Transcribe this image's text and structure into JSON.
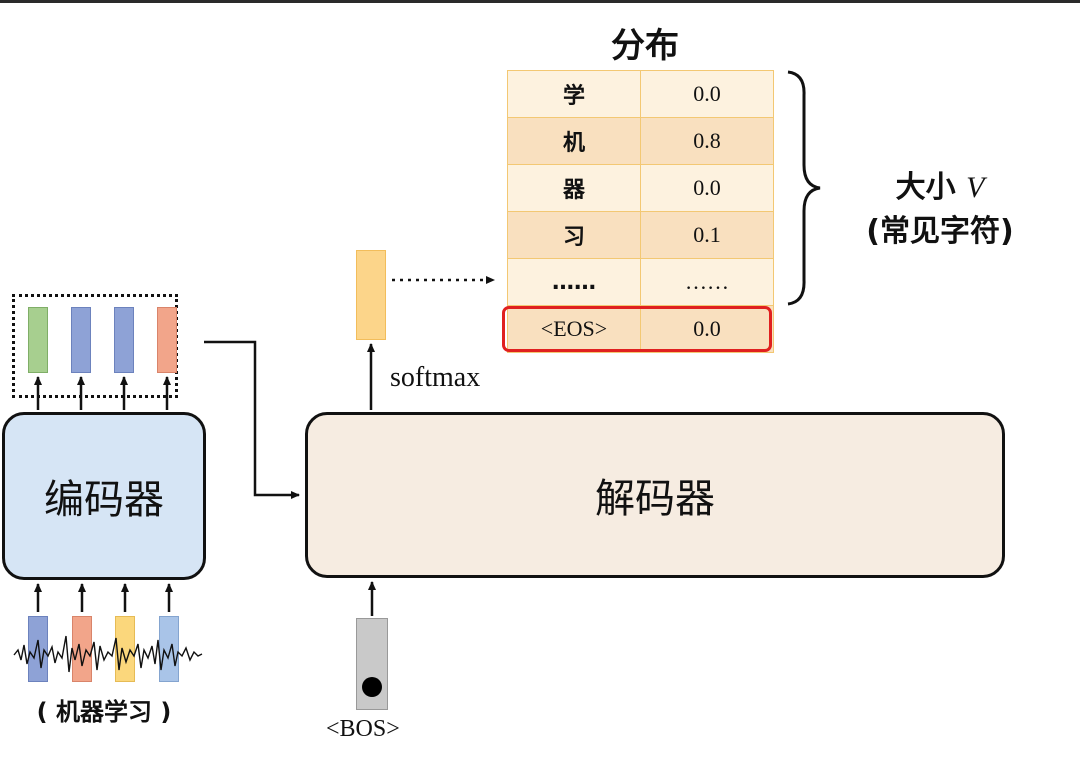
{
  "distribution": {
    "title": "分布",
    "rows": [
      {
        "token": "学",
        "prob": "0.0"
      },
      {
        "token": "机",
        "prob": "0.8"
      },
      {
        "token": "器",
        "prob": "0.0"
      },
      {
        "token": "习",
        "prob": "0.1"
      },
      {
        "token": "……",
        "prob": "……"
      },
      {
        "token": "<EOS>",
        "prob": "0.0"
      }
    ],
    "size_label": "大小",
    "size_symbol": "V",
    "size_note": "(常见字符)"
  },
  "encoder": {
    "label": "编码器"
  },
  "decoder": {
    "label": "解码器"
  },
  "softmax_label": "softmax",
  "bos_label": "<BOS>",
  "input_label": "( 机器学习 )",
  "colors": {
    "highlight": "#e0201f",
    "encoder_fill": "#d6e5f5",
    "decoder_fill": "#f6ece1",
    "table_border": "#f3c873"
  }
}
